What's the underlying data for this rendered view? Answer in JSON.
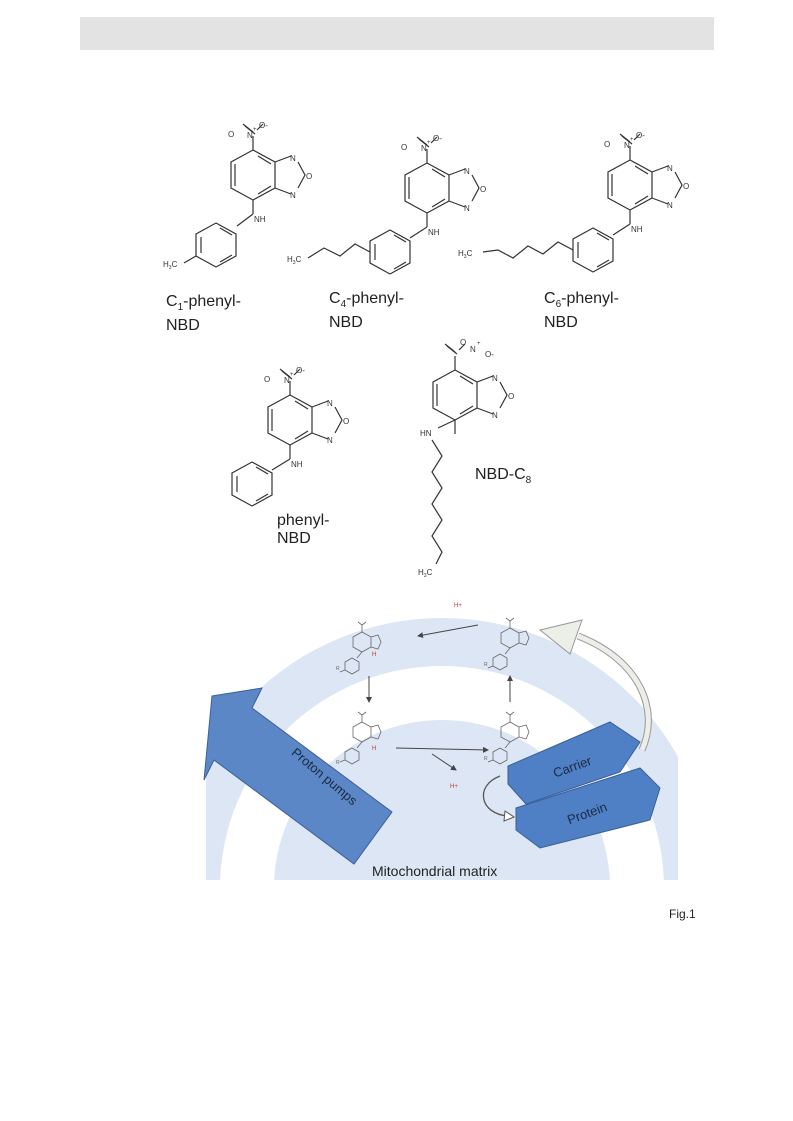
{
  "structures": [
    {
      "name": "C1-phenyl-NBD",
      "label_pre": "C",
      "label_sub": "1",
      "label_post": "-phenyl-",
      "label_line2": "NBD",
      "chain_label": "H3C"
    },
    {
      "name": "C4-phenyl-NBD",
      "label_pre": "C",
      "label_sub": "4",
      "label_post": "-phenyl-",
      "label_line2": "NBD",
      "chain_label": "H3C"
    },
    {
      "name": "C6-phenyl-NBD",
      "label_pre": "C",
      "label_sub": "6",
      "label_post": "-phenyl-",
      "label_line2": "NBD",
      "chain_label": "H3C"
    },
    {
      "name": "phenyl-NBD",
      "label_line1": "phenyl-",
      "label_line2": "NBD"
    },
    {
      "name": "NBD-C8",
      "label_pre": "NBD-C",
      "label_sub": "8",
      "chain_label": "H3C",
      "amine": "HN"
    }
  ],
  "atoms": {
    "nitro_n": "N",
    "nitro_plus": "+",
    "nitro_o": "O",
    "nitro_o_minus": "O-",
    "ring_n": "N",
    "ring_o": "O",
    "amine": "NH",
    "h3c_h": "H",
    "h3c_sub": "3",
    "h3c_c": "C"
  },
  "mechanism": {
    "proton": "H+",
    "r_group": "R",
    "carrier": "Carrier",
    "protein": "Protein",
    "proton_pumps": "Proton pumps",
    "matrix": "Mitochondrial matrix"
  },
  "figure_label": "Fig.1",
  "colors": {
    "membrane": "#dde6f4",
    "matrix_bg": "#ffffff",
    "blue_shape": "#4f7fc4",
    "blue_shape_stroke": "#3a5f99",
    "arrow_gray": "#e7e9e4",
    "proton_red": "#c0392b"
  }
}
